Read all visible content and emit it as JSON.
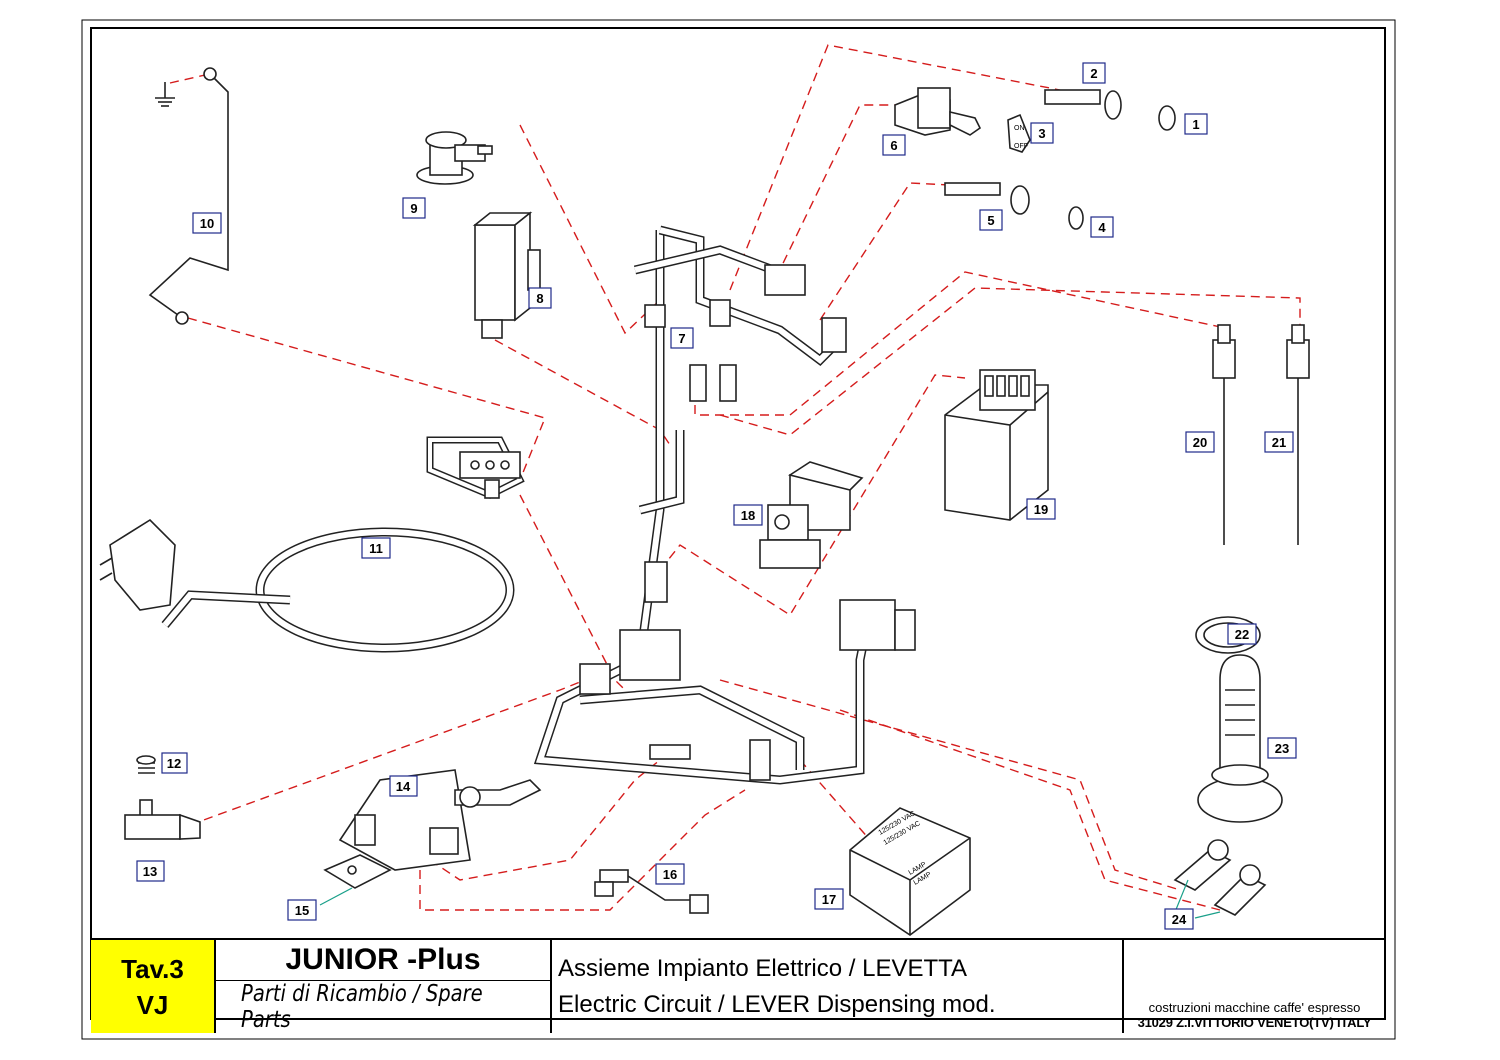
{
  "callouts": {
    "p1": "1",
    "p2": "2",
    "p3": "3",
    "p4": "4",
    "p5": "5",
    "p6": "6",
    "p7": "7",
    "p8": "8",
    "p9": "9",
    "p10": "10",
    "p11": "11",
    "p12": "12",
    "p13": "13",
    "p14": "14",
    "p15": "15",
    "p16": "16",
    "p17": "17",
    "p18": "18",
    "p19": "19",
    "p20": "20",
    "p21": "21",
    "p22": "22",
    "p23": "23",
    "p24": "24"
  },
  "part_markings": {
    "switch_on": "ON",
    "switch_off": "OFF",
    "transformer_line1": "125/230 VAC",
    "transformer_line2": "125/230 VAC",
    "lamp1": "LAMP",
    "lamp2": "LAMP"
  },
  "title_block": {
    "tav_line1": "Tav.3",
    "tav_line2": "VJ",
    "model": "JUNIOR -Plus",
    "parts_label": "Parti di Ricambio / Spare Parts",
    "desc_it": "Assieme Impianto Elettrico / LEVETTA",
    "desc_en": "Electric Circuit / LEVER Dispensing mod.",
    "maker_line1": "costruzioni macchine caffe' espresso",
    "maker_line2": "31029 Z.I.VITTORIO VENETO(TV) ITALY"
  },
  "colors": {
    "leader": "#d51c1c",
    "callout_border": "#1f2a8a",
    "tav_background": "#ffff00"
  }
}
